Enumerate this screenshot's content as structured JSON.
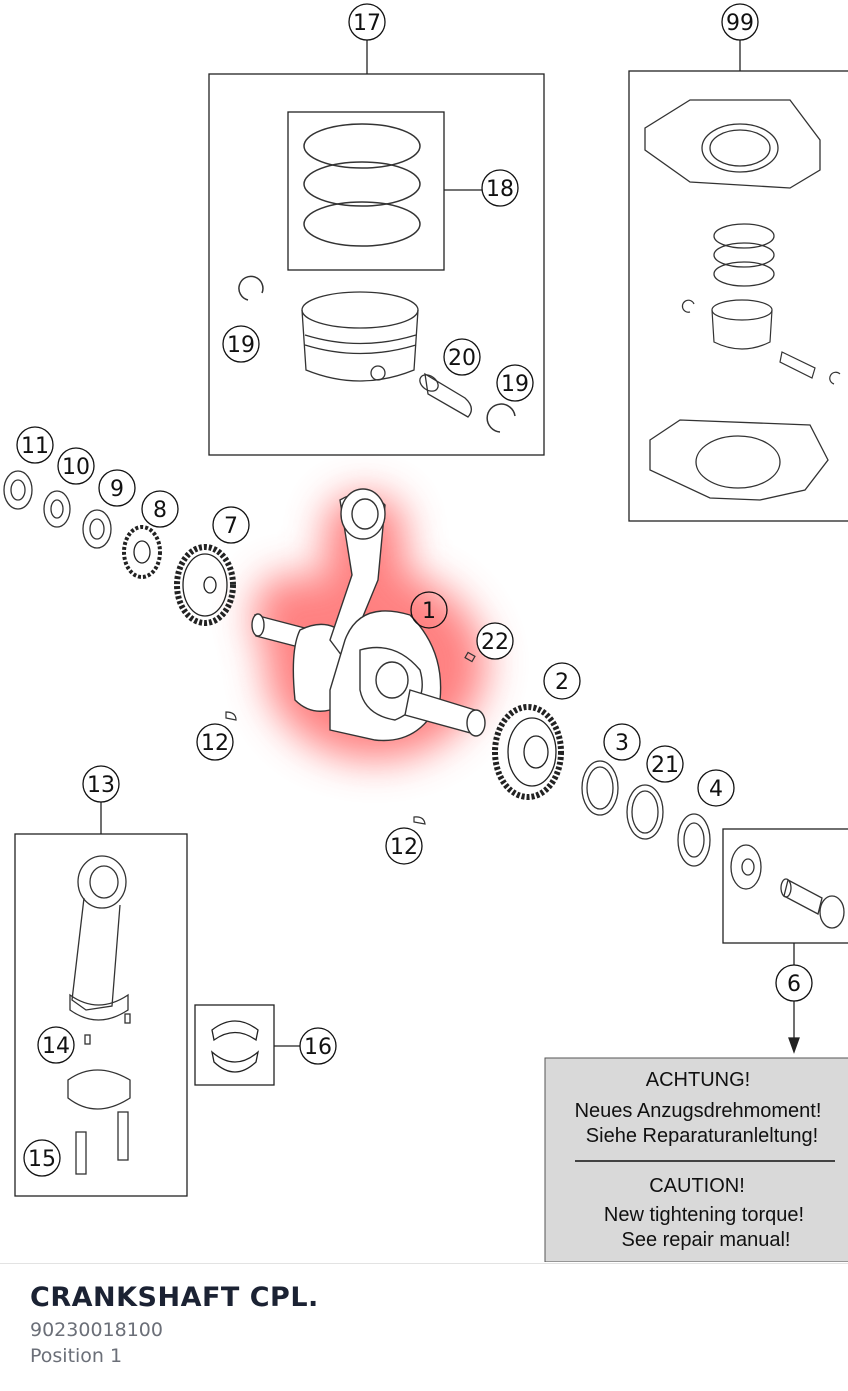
{
  "diagram": {
    "callouts": [
      "17",
      "99",
      "18",
      "19",
      "20",
      "19",
      "11",
      "10",
      "9",
      "8",
      "7",
      "1",
      "22",
      "2",
      "12",
      "3",
      "21",
      "4",
      "13",
      "12",
      "6",
      "14",
      "16",
      "15"
    ],
    "warning": {
      "de_title": "ACHTUNG!",
      "de_line1": "Neues Anzugsdrehmoment!",
      "de_line2": "Siehe Reparaturanleltung!",
      "en_title": "CAUTION!",
      "en_line1": "New tightening torque!",
      "en_line2": "See repair manual!"
    },
    "highlight_color": "#ff6b6b"
  },
  "footer": {
    "title": "CRANKSHAFT CPL.",
    "part_number": "90230018100",
    "position": "Position 1"
  }
}
